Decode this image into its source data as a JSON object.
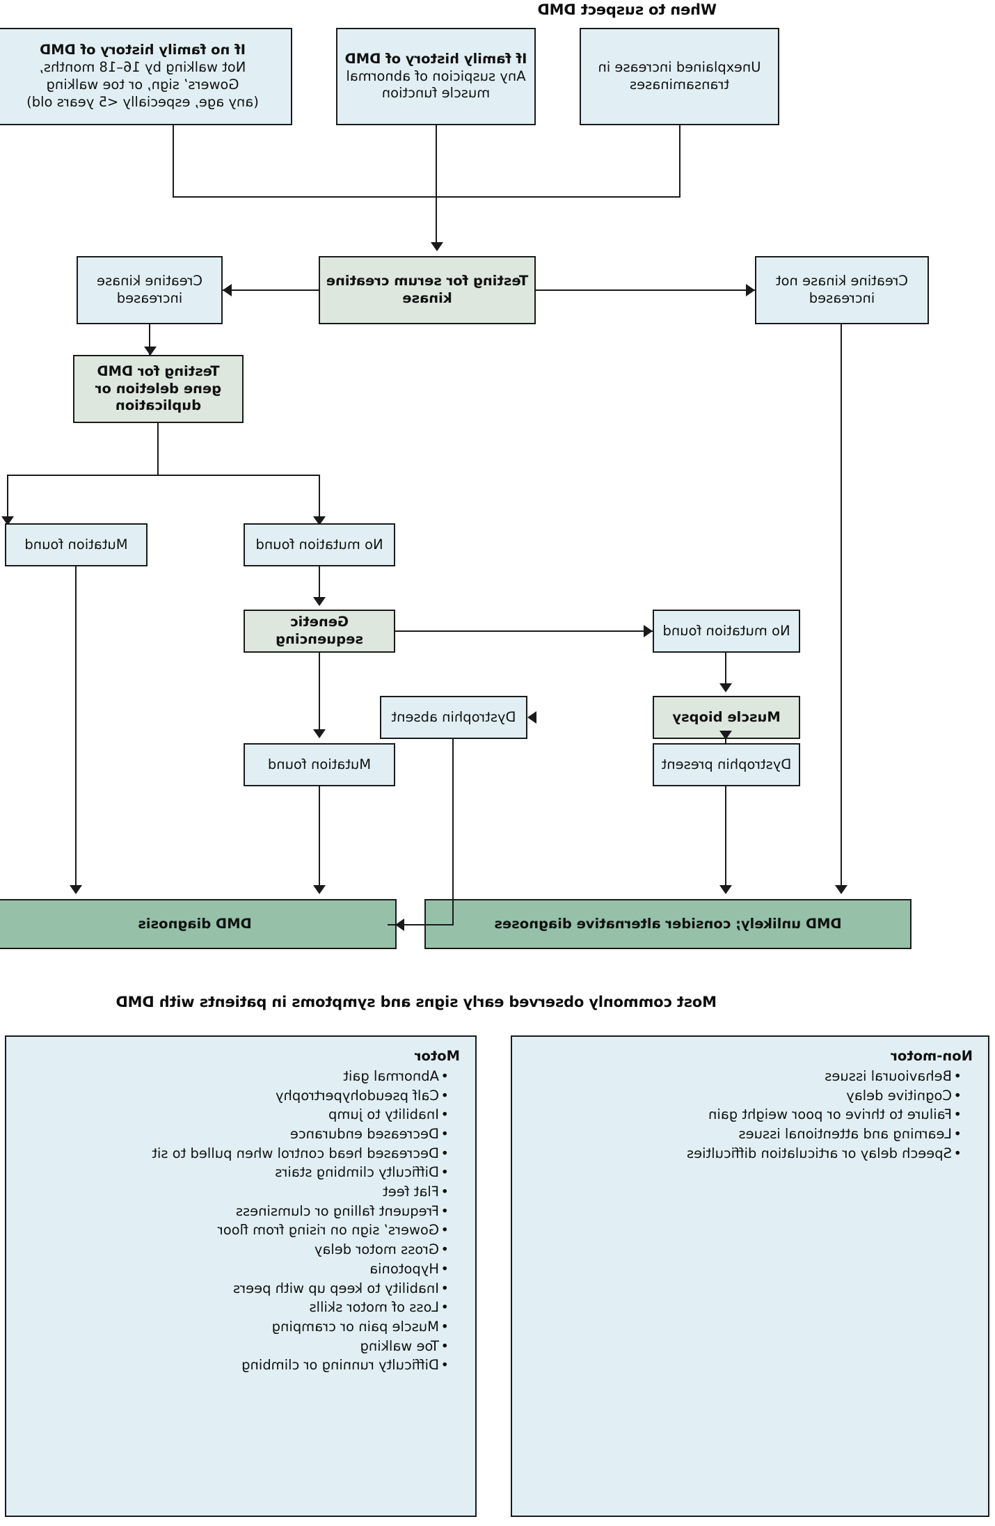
{
  "figure": {
    "section1_title": "When to suspect DMD",
    "section2_title": "Most commonly observed early signs and symptoms in patients with DMD"
  },
  "colors": {
    "box_blue": "#e1eff4",
    "box_process_green": "#dde7de",
    "box_result_green": "#96c0a8",
    "border": "#1a1a1a",
    "text": "#111111"
  },
  "flowchart": {
    "triggers": [
      {
        "id": "trigger-transaminases",
        "title": "",
        "lines": [
          "Unexplained increase in",
          "transaminases"
        ]
      },
      {
        "id": "trigger-family-history",
        "title": "If family history of DMD",
        "lines": [
          "Any suspicion of abnormal",
          "muscle function"
        ]
      },
      {
        "id": "trigger-no-family-history",
        "title": "If no family history of DMD",
        "lines": [
          "Not walking by 16–18 months,",
          "Gowers’ sign, or toe walking",
          "(any age, especially <5 years old)"
        ]
      }
    ],
    "nodes": {
      "ck_test": "Testing for serum creatine kinase",
      "ck_not_increased": "Creatine kinase not increased",
      "ck_increased": "Creatine kinase increased",
      "dmd_gene_test": "Testing for DMD gene deletion or duplication",
      "mutation_found_1": "Mutation found",
      "no_mutation_found_1": "No mutation found",
      "genetic_sequencing": "Genetic sequencing",
      "no_mutation_found_2": "No mutation found",
      "mutation_found_2": "Mutation found",
      "muscle_biopsy": "Muscle biopsy",
      "dystrophin_absent": "Dystrophin absent",
      "dystrophin_present": "Dystrophin present",
      "dmd_diagnosis": "DMD diagnosis",
      "dmd_unlikely": "DMD unlikely; consider alternative diagnoses"
    }
  },
  "symptoms": {
    "motor": {
      "title": "Motor",
      "items": [
        "Abnormal gait",
        "Calf pseudohypertrophy",
        "Inability to jump",
        "Decreased endurance",
        "Decreased head control when pulled to sit",
        "Difficulty climbing stairs",
        "Flat feet",
        "Frequent falling or clumsiness",
        "Gowers’ sign on rising from floor",
        "Gross motor delay",
        "Hypotonia",
        "Inability to keep up with peers",
        "Loss of motor skills",
        "Muscle pain or cramping",
        "Toe walking",
        "Difficulty running or climbing"
      ]
    },
    "non_motor": {
      "title": "Non-motor",
      "items": [
        "Behavioural issues",
        "Cognitive delay",
        "Failure to thrive or poor weight gain",
        "Learning and attentional issues",
        "Speech delay or articulation difficulties"
      ]
    }
  }
}
